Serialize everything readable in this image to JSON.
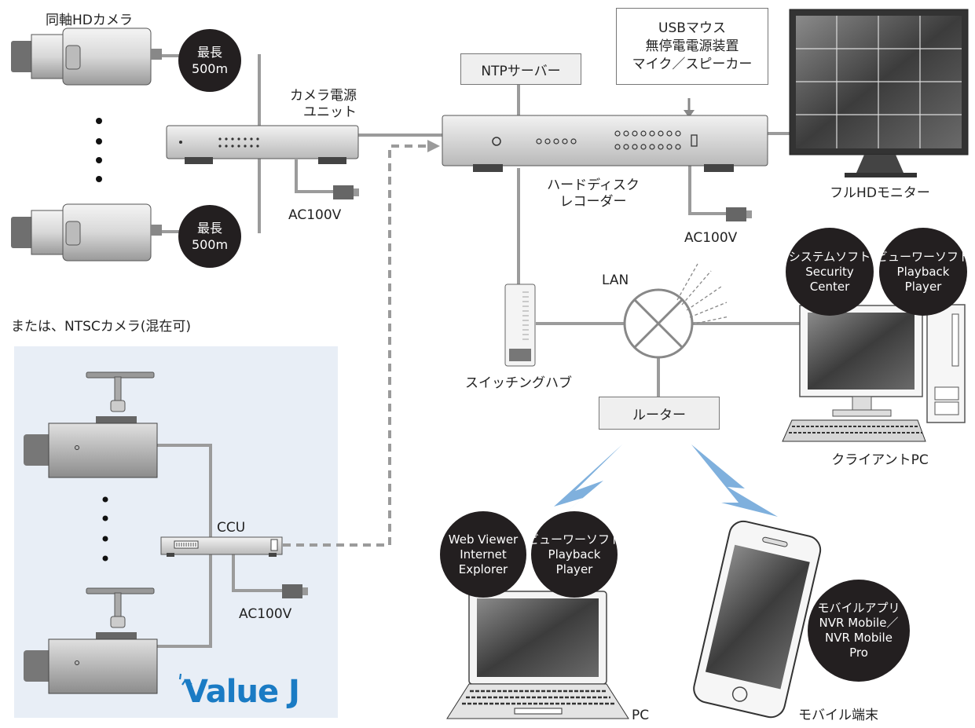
{
  "labels": {
    "coax_camera": "同軸HDカメラ",
    "camera_power_unit_l1": "カメラ電源",
    "camera_power_unit_l2": "ユニット",
    "ac_power_1": "AC100V",
    "ac_power_2": "AC100V",
    "ac_power_3": "AC100V",
    "ntp_server": "NTPサーバー",
    "peripherals_l1": "USBマウス",
    "peripherals_l2": "無停電電源装置",
    "peripherals_l3": "マイク／スピーカー",
    "hdd_recorder_l1": "ハードディスク",
    "hdd_recorder_l2": "レコーダー",
    "fullhd_monitor": "フルHDモニター",
    "ntsc_camera": "または、NTSCカメラ(混在可)",
    "switching_hub": "スイッチングハブ",
    "lan": "LAN",
    "router": "ルーター",
    "client_pc": "クライアントPC",
    "ccu": "CCU",
    "pc": "PC",
    "mobile": "モバイル端末",
    "brand": "Value J"
  },
  "badges": {
    "max_len_1_l1": "最長",
    "max_len_1_l2": "500m",
    "max_len_2_l1": "最長",
    "max_len_2_l2": "500m",
    "system_soft_l1": "システムソフト",
    "system_soft_l2": "Security",
    "system_soft_l3": "Center",
    "viewer_soft_1_l1": "ビューワーソフト",
    "viewer_soft_1_l2": "Playback",
    "viewer_soft_1_l3": "Player",
    "web_viewer_l1": "Web Viewer",
    "web_viewer_l2": "Internet",
    "web_viewer_l3": "Explorer",
    "viewer_soft_2_l1": "ビューワーソフト",
    "viewer_soft_2_l2": "Playback",
    "viewer_soft_2_l3": "Player",
    "mobile_app_l1": "モバイルアプリ",
    "mobile_app_l2": "NVR Mobile／",
    "mobile_app_l3": "NVR Mobile",
    "mobile_app_l4": "Pro"
  },
  "colors": {
    "line": "#9b9b9b",
    "badge": "#231f20",
    "panel": "#e8eef6",
    "brand": "#1a7bc4",
    "wireless": "#7fb0dd"
  }
}
